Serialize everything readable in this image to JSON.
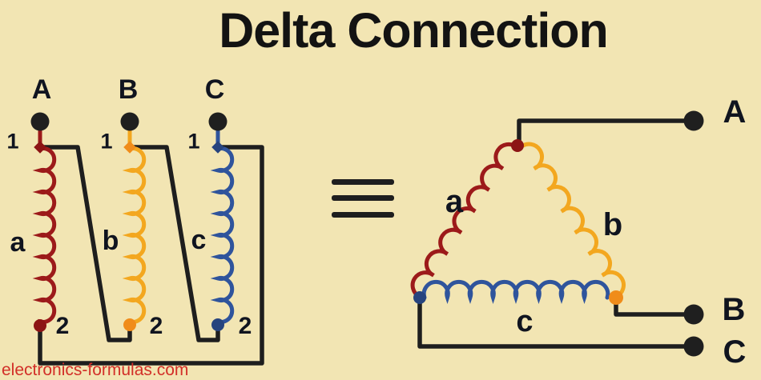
{
  "title": "Delta Connection",
  "watermark": "electronics-formulas.com",
  "left_diagram": {
    "terminal_labels": [
      "A",
      "B",
      "C"
    ],
    "winding_labels": [
      "a",
      "b",
      "c"
    ],
    "top_number": "1",
    "bottom_number": "2"
  },
  "right_diagram": {
    "winding_labels": [
      "a",
      "b",
      "c"
    ],
    "terminal_labels": [
      "A",
      "B",
      "C"
    ]
  },
  "colors": {
    "background": "#f2e5b3",
    "wire_black": "#1e1e1e",
    "winding_a_red": "#9c1a1a",
    "winding_b_orange": "#f3a71f",
    "winding_c_blue": "#2f549c",
    "label_dark": "#10141f",
    "watermark_red": "#d22f28"
  }
}
